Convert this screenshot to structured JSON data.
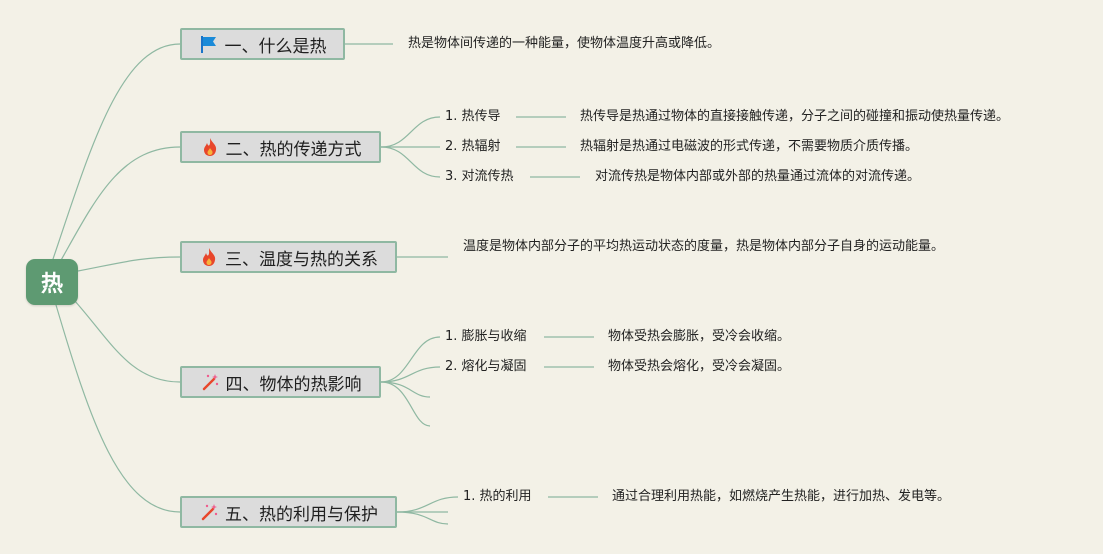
{
  "root": {
    "label": "热"
  },
  "topics": [
    {
      "label": "一、什么是热",
      "icon": "blue-flag-icon",
      "description": "热是物体间传递的一种能量，使物体温度升高或降低。"
    },
    {
      "label": "二、热的传递方式",
      "icon": "fire-icon",
      "children": [
        {
          "label": "1. 热传导",
          "description": "热传导是热通过物体的直接接触传递，分子之间的碰撞和振动使热量传递。"
        },
        {
          "label": "2. 热辐射",
          "description": "热辐射是热通过电磁波的形式传递，不需要物质介质传播。"
        },
        {
          "label": "3. 对流传热",
          "description": "对流传热是物体内部或外部的热量通过流体的对流传递。"
        }
      ]
    },
    {
      "label": "三、温度与热的关系",
      "icon": "fire-icon",
      "description": "温度是物体内部分子的平均热运动状态的度量，热是物体内部分子自身的运动能量。"
    },
    {
      "label": "四、物体的热影响",
      "icon": "magic-wand-icon",
      "children": [
        {
          "label": "1. 膨胀与收缩",
          "description": "物体受热会膨胀，受冷会收缩。"
        },
        {
          "label": "2. 熔化与凝固",
          "description": "物体受热会熔化，受冷会凝固。"
        }
      ]
    },
    {
      "label": "五、热的利用与保护",
      "icon": "magic-wand-icon",
      "children": [
        {
          "label": "1. 热的利用",
          "description": "通过合理利用热能，如燃烧产生热能，进行加热、发电等。"
        }
      ]
    }
  ]
}
